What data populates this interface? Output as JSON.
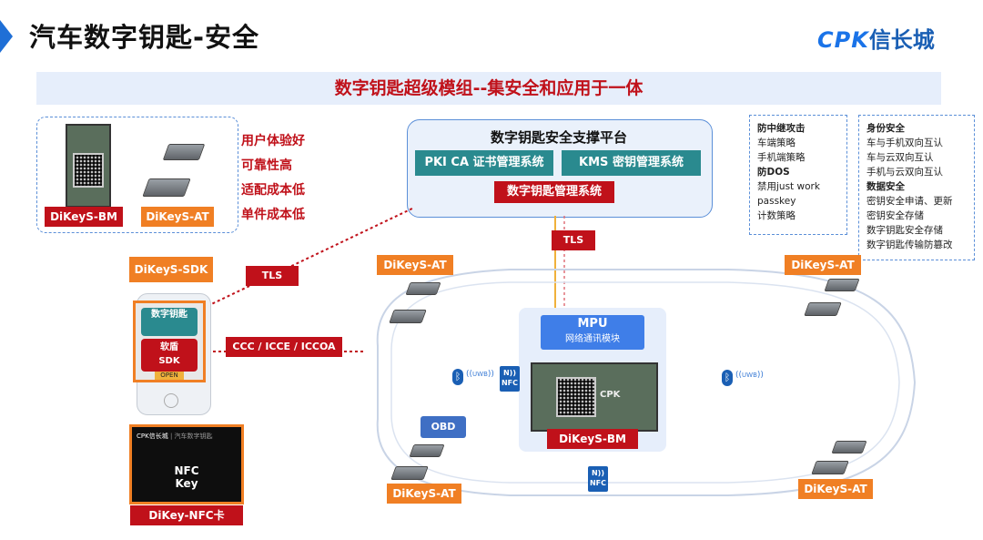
{
  "header": {
    "title": "汽车数字钥匙-安全",
    "logo_mark": "CPK",
    "logo_text": "信长城"
  },
  "banner": "数字钥匙超级模组--集安全和应用于一体",
  "modules_box": {
    "bm_label": "DiKeyS-BM",
    "at_label": "DiKeyS-AT",
    "features": [
      "用户体验好",
      "可靠性高",
      "适配成本低",
      "单件成本低"
    ]
  },
  "platform": {
    "title": "数字钥匙安全支撑平台",
    "pki": "PKI CA 证书管理系统",
    "kms": "KMS 密钥管理系统",
    "dkm": "数字钥匙管理系统"
  },
  "attack_box": {
    "items": [
      {
        "text": "防中继攻击",
        "bold": true
      },
      {
        "text": "车端策略",
        "bold": false
      },
      {
        "text": "手机端策略",
        "bold": false
      },
      {
        "text": "防DOS",
        "bold": true
      },
      {
        "text": "禁用just work",
        "bold": false
      },
      {
        "text": "passkey",
        "bold": false
      },
      {
        "text": "计数策略",
        "bold": false
      }
    ]
  },
  "security_box": {
    "items": [
      {
        "text": "身份安全",
        "bold": true
      },
      {
        "text": "车与手机双向互认",
        "bold": false
      },
      {
        "text": "车与云双向互认",
        "bold": false
      },
      {
        "text": "手机与云双向互认",
        "bold": false
      },
      {
        "text": "数据安全",
        "bold": true
      },
      {
        "text": "密钥安全申请、更新",
        "bold": false
      },
      {
        "text": "密钥安全存储",
        "bold": false
      },
      {
        "text": "数字钥匙安全存储",
        "bold": false
      },
      {
        "text": "数字钥匙传输防篡改",
        "bold": false
      }
    ]
  },
  "phone": {
    "sdk_label": "DiKeyS-SDK",
    "app1": "数字钥匙",
    "app2_line1": "软盾",
    "app2_line2": "SDK",
    "open": "OPEN"
  },
  "links": {
    "tls_left": "TLS",
    "tls_right": "TLS",
    "protocols": "CCC / ICCE / ICCOA"
  },
  "nfc_card": {
    "brand": "CPK信长城",
    "sub": "| 汽车数字钥匙",
    "line1": "NFC",
    "line2": "Key",
    "label": "DiKey-NFC卡"
  },
  "car": {
    "mpu_title": "MPU",
    "mpu_sub": "网络通讯模块",
    "bm_label": "DiKeyS-BM",
    "at_top_left": "DiKeyS-AT",
    "at_top_right": "DiKeyS-AT",
    "at_bottom_left": "DiKeyS-AT",
    "at_bottom_right": "DiKeyS-AT",
    "obd": "OBD",
    "uwb_left": "UWB",
    "uwb_right": "UWB",
    "nfc_mid": "NFC",
    "nfc_bottom": "NFC"
  },
  "colors": {
    "accent_red": "#c0111a",
    "accent_orange": "#f07f24",
    "platform_teal": "#2a8a8f",
    "brand_blue": "#1a73e8"
  }
}
